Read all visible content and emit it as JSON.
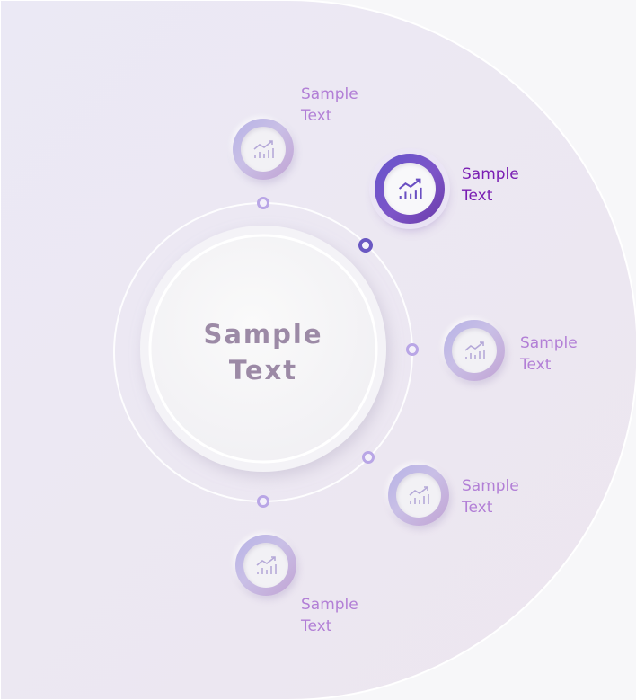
{
  "center": {
    "line1": "Sample",
    "line2": "Text"
  },
  "items": [
    {
      "line1": "Sample",
      "line2": "Text",
      "icon": "bar-chart-trend-icon",
      "active": false
    },
    {
      "line1": "Sample",
      "line2": "Text",
      "icon": "bar-chart-trend-icon",
      "active": true
    },
    {
      "line1": "Sample",
      "line2": "Text",
      "icon": "bar-chart-trend-icon",
      "active": false
    },
    {
      "line1": "Sample",
      "line2": "Text",
      "icon": "bar-chart-trend-icon",
      "active": false
    },
    {
      "line1": "Sample",
      "line2": "Text",
      "icon": "bar-chart-trend-icon",
      "active": false
    }
  ],
  "colors": {
    "label": "#b27fd6",
    "label_active": "#7a1fb3",
    "center_text": "#9c8aa6",
    "accent": "#6655cc"
  }
}
